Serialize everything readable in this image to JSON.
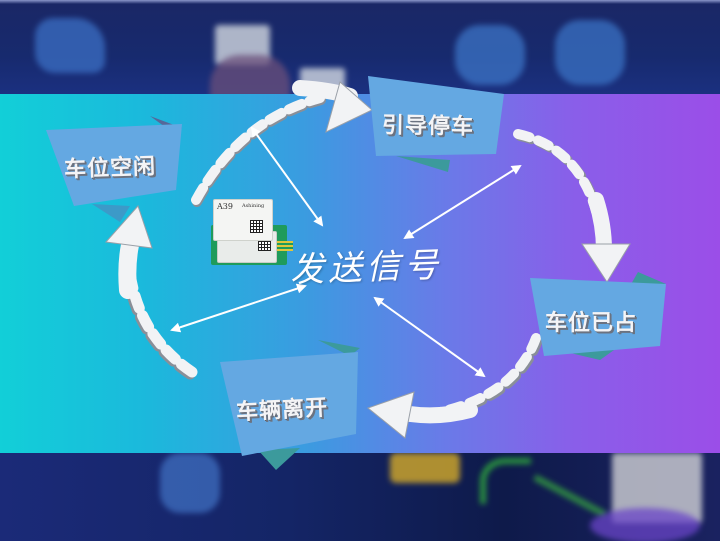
{
  "diagram": {
    "type": "cycle",
    "center": {
      "label": "发送信号"
    },
    "module": {
      "model": "A39",
      "brand": "Ashining"
    },
    "nodes": [
      {
        "id": "idle",
        "label": "车位空闲"
      },
      {
        "id": "guide",
        "label": "引导停车"
      },
      {
        "id": "occupied",
        "label": "车位已占"
      },
      {
        "id": "leave",
        "label": "车辆离开"
      }
    ],
    "cycle_edges": [
      {
        "from": "idle",
        "to": "guide"
      },
      {
        "from": "guide",
        "to": "occupied"
      },
      {
        "from": "occupied",
        "to": "leave"
      },
      {
        "from": "leave",
        "to": "idle"
      }
    ],
    "signal_edges": [
      {
        "from": "center",
        "to": "idle-to-guide arc",
        "bidirectional": true
      },
      {
        "from": "center",
        "to": "guide-to-occupied arc",
        "bidirectional": true
      },
      {
        "from": "center",
        "to": "occupied-to-leave arc",
        "bidirectional": true
      },
      {
        "from": "center",
        "to": "leave-to-idle arc",
        "bidirectional": true
      }
    ]
  },
  "colors": {
    "band_left": "#12cfd8",
    "band_mid": "#3a9ce0",
    "band_right": "#9b4ee8",
    "banner_fill": "#64a8e2",
    "banner_tail": "#3c9a9c",
    "background_dark": "#17245f",
    "arrow_fill": "#f2f3f5"
  }
}
